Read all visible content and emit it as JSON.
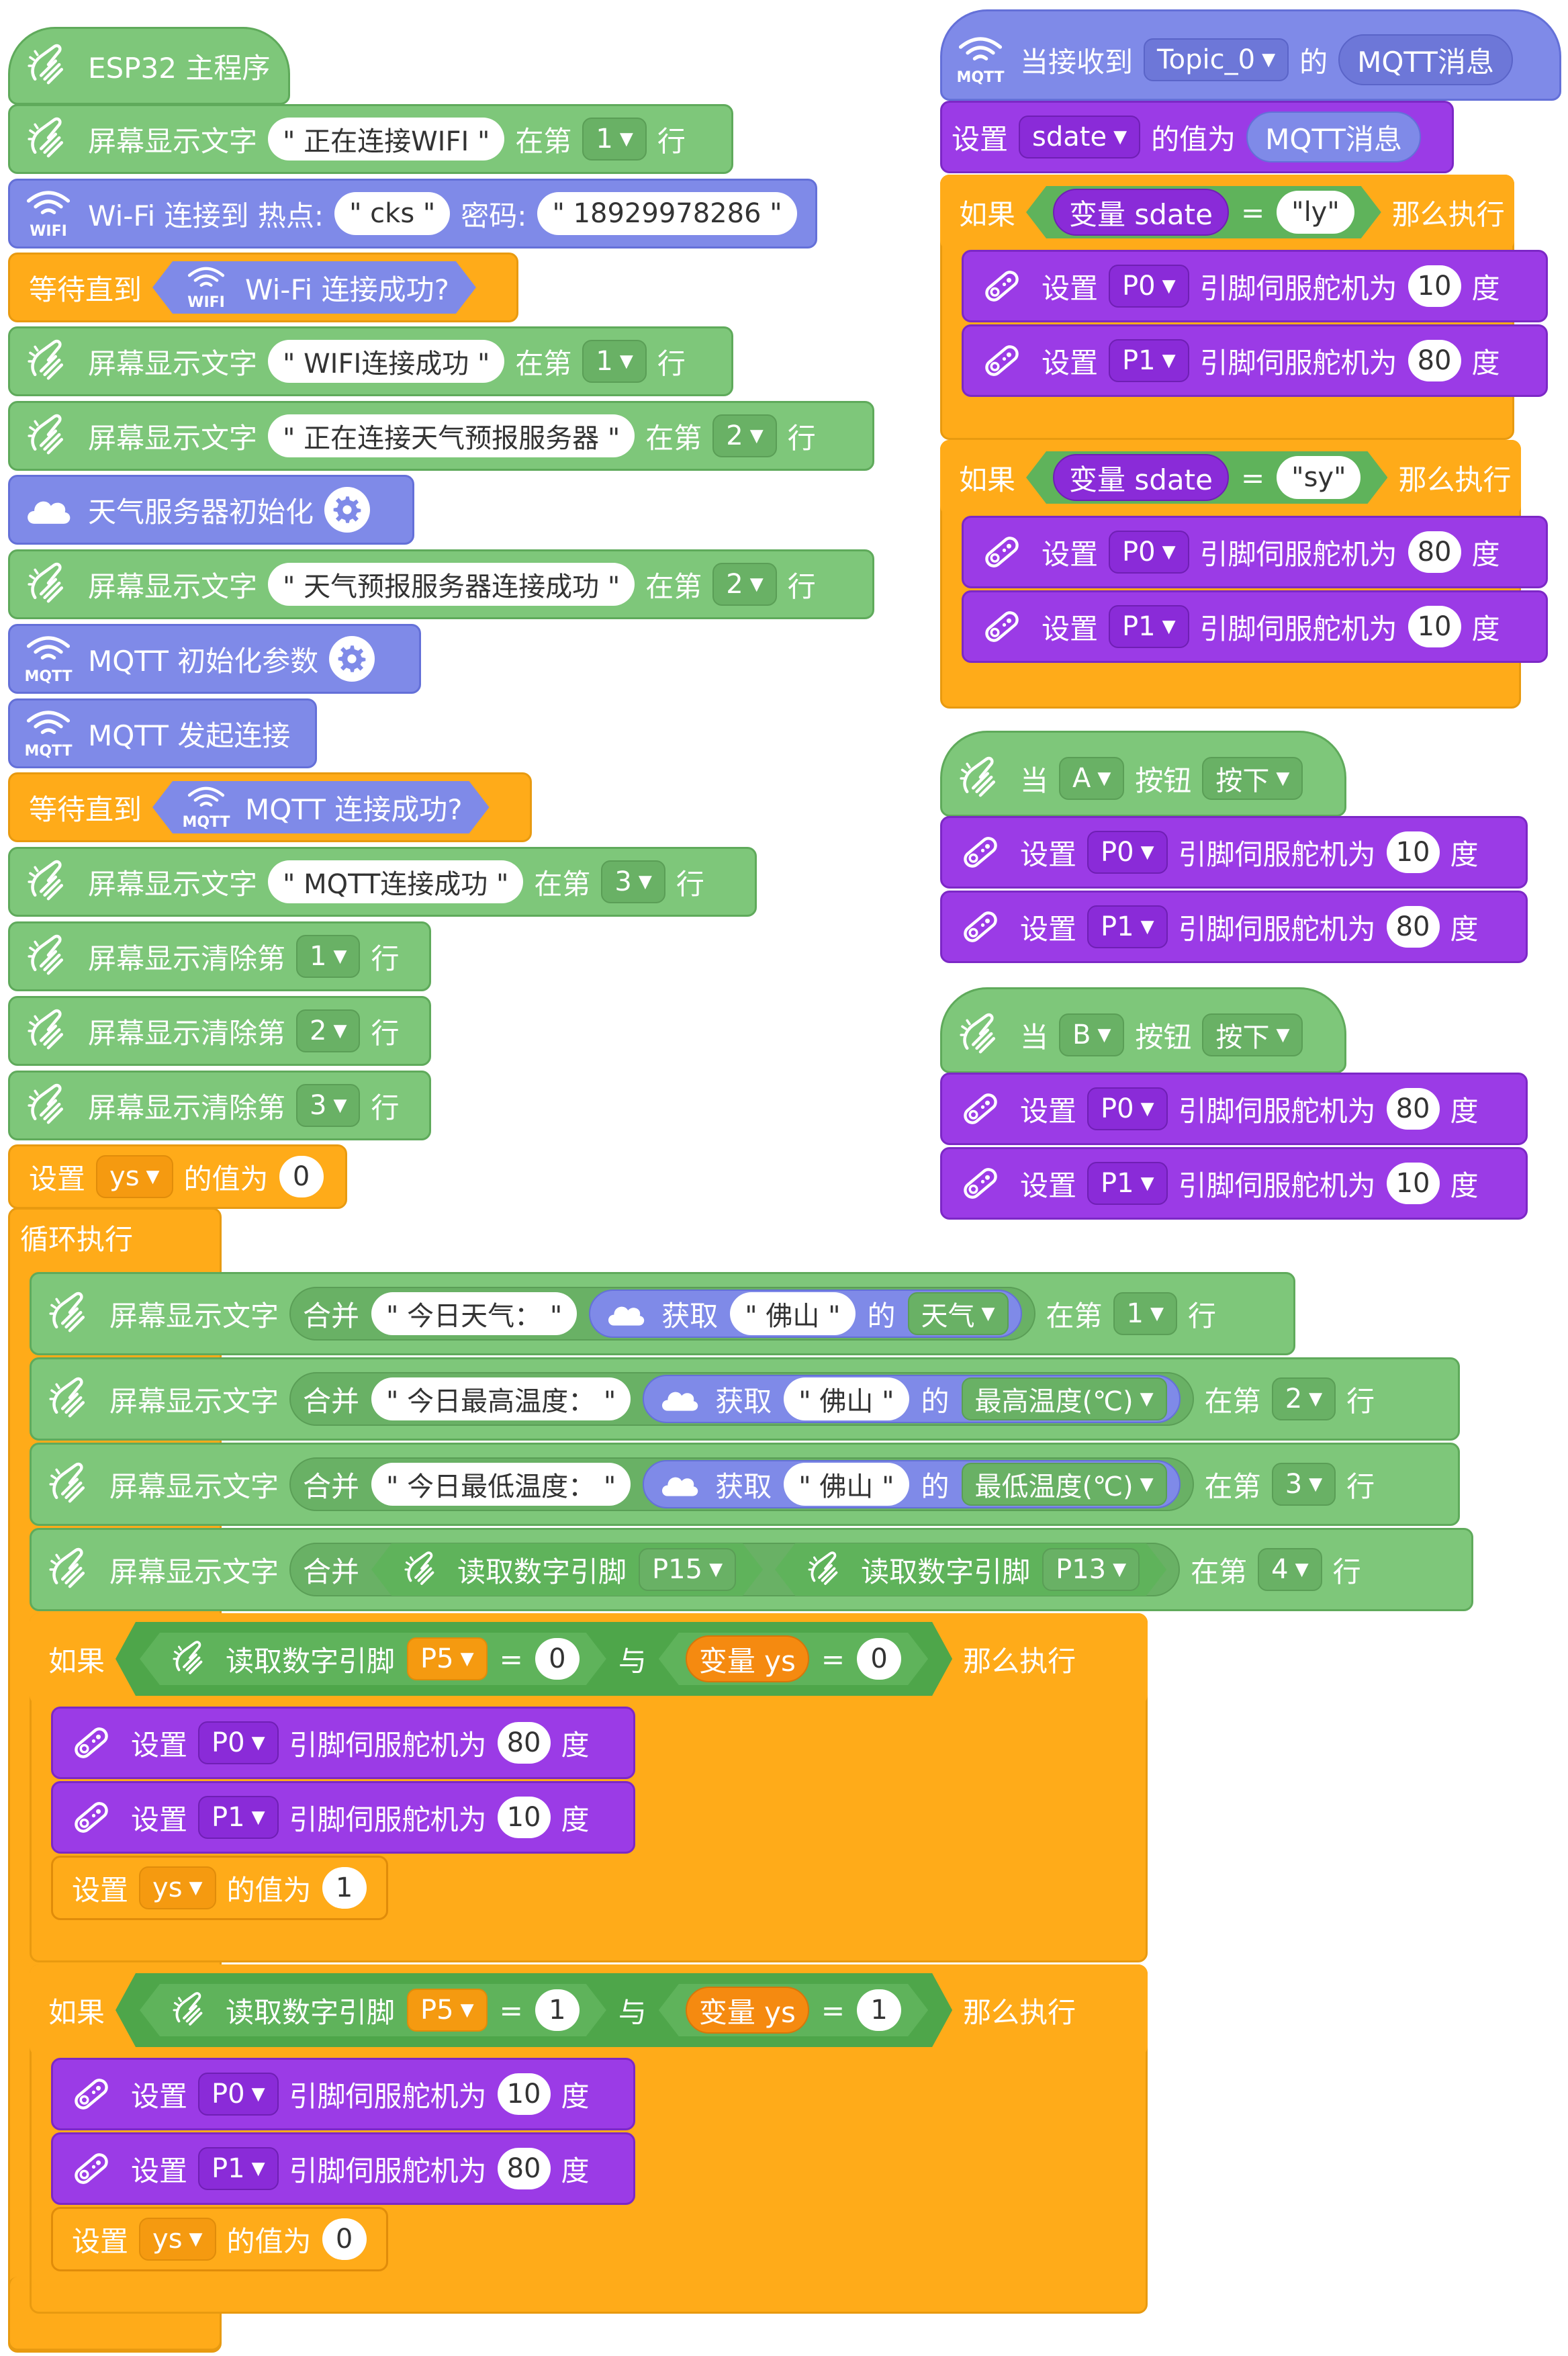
{
  "colors": {
    "green": "#7ec77a",
    "blue": "#7f8ae8",
    "purple": "#9b3be6",
    "orange": "#ffab19"
  },
  "main": {
    "hat": "ESP32 主程序",
    "b1": {
      "label": "屏幕显示文字",
      "text": "\" 正在连接WIFI \"",
      "mid": "在第",
      "row": "1",
      "end": "行"
    },
    "b2": {
      "label": "Wi-Fi 连接到 热点:",
      "ssid": "\" cks \"",
      "pwd_label": "密码:",
      "pwd": "\" 18929978286 \""
    },
    "b3": {
      "label": "等待直到",
      "cond": "Wi-Fi 连接成功?"
    },
    "b4": {
      "label": "屏幕显示文字",
      "text": "\" WIFI连接成功 \"",
      "mid": "在第",
      "row": "1",
      "end": "行"
    },
    "b5": {
      "label": "屏幕显示文字",
      "text": "\" 正在连接天气预报服务器 \"",
      "mid": "在第",
      "row": "2",
      "end": "行"
    },
    "b6": {
      "label": "天气服务器初始化"
    },
    "b7": {
      "label": "屏幕显示文字",
      "text": "\" 天气预报服务器连接成功 \"",
      "mid": "在第",
      "row": "2",
      "end": "行"
    },
    "b8": {
      "label": "MQTT 初始化参数"
    },
    "b9": {
      "label": "MQTT 发起连接"
    },
    "b10": {
      "label": "等待直到",
      "cond": "MQTT 连接成功?"
    },
    "b11": {
      "label": "屏幕显示文字",
      "text": "\" MQTT连接成功 \"",
      "mid": "在第",
      "row": "3",
      "end": "行"
    },
    "b12": {
      "label": "屏幕显示清除第",
      "row": "1",
      "end": "行"
    },
    "b13": {
      "label": "屏幕显示清除第",
      "row": "2",
      "end": "行"
    },
    "b14": {
      "label": "屏幕显示清除第",
      "row": "3",
      "end": "行"
    },
    "b15": {
      "label": "设置",
      "var": "ys",
      "mid": "的值为",
      "val": "0"
    },
    "loop": {
      "label": "循环执行",
      "l1": {
        "label": "屏幕显示文字",
        "join": "合并",
        "text": "\" 今日天气： \"",
        "get": "获取",
        "city": "\" 佛山 \"",
        "of": "的",
        "field": "天气",
        "mid": "在第",
        "row": "1",
        "end": "行"
      },
      "l2": {
        "label": "屏幕显示文字",
        "join": "合并",
        "text": "\" 今日最高温度： \"",
        "get": "获取",
        "city": "\" 佛山 \"",
        "of": "的",
        "field": "最高温度(℃)",
        "mid": "在第",
        "row": "2",
        "end": "行"
      },
      "l3": {
        "label": "屏幕显示文字",
        "join": "合并",
        "text": "\" 今日最低温度： \"",
        "get": "获取",
        "city": "\" 佛山 \"",
        "of": "的",
        "field": "最低温度(℃)",
        "mid": "在第",
        "row": "3",
        "end": "行"
      },
      "l4": {
        "label": "屏幕显示文字",
        "join": "合并",
        "read1": "读取数字引脚",
        "pin1": "P15",
        "read2": "读取数字引脚",
        "pin2": "P13",
        "mid": "在第",
        "row": "4",
        "end": "行"
      },
      "if1": {
        "label": "如果",
        "read": "读取数字引脚",
        "pin": "P5",
        "eq": "=",
        "val": "0",
        "and": "与",
        "var": "变量 ys",
        "eq2": "=",
        "val2": "0",
        "then": "那么执行",
        "s1": {
          "label": "设置",
          "pin": "P0",
          "mid": "引脚伺服舵机为",
          "val": "80",
          "end": "度"
        },
        "s2": {
          "label": "设置",
          "pin": "P1",
          "mid": "引脚伺服舵机为",
          "val": "10",
          "end": "度"
        },
        "s3": {
          "label": "设置",
          "var": "ys",
          "mid": "的值为",
          "val": "1"
        }
      },
      "if2": {
        "label": "如果",
        "read": "读取数字引脚",
        "pin": "P5",
        "eq": "=",
        "val": "1",
        "and": "与",
        "var": "变量 ys",
        "eq2": "=",
        "val2": "1",
        "then": "那么执行",
        "s1": {
          "label": "设置",
          "pin": "P0",
          "mid": "引脚伺服舵机为",
          "val": "10",
          "end": "度"
        },
        "s2": {
          "label": "设置",
          "pin": "P1",
          "mid": "引脚伺服舵机为",
          "val": "80",
          "end": "度"
        },
        "s3": {
          "label": "设置",
          "var": "ys",
          "mid": "的值为",
          "val": "0"
        }
      }
    }
  },
  "mqtt": {
    "hat": {
      "label": "当接收到",
      "topic": "Topic_0",
      "of": "的",
      "msg": "MQTT消息"
    },
    "set": {
      "label": "设置",
      "var": "sdate",
      "mid": "的值为",
      "msg": "MQTT消息"
    },
    "if1": {
      "label": "如果",
      "var": "变量 sdate",
      "eq": "=",
      "val": "\"ly\"",
      "then": "那么执行",
      "s1": {
        "label": "设置",
        "pin": "P0",
        "mid": "引脚伺服舵机为",
        "val": "10",
        "end": "度"
      },
      "s2": {
        "label": "设置",
        "pin": "P1",
        "mid": "引脚伺服舵机为",
        "val": "80",
        "end": "度"
      }
    },
    "if2": {
      "label": "如果",
      "var": "变量 sdate",
      "eq": "=",
      "val": "\"sy\"",
      "then": "那么执行",
      "s1": {
        "label": "设置",
        "pin": "P0",
        "mid": "引脚伺服舵机为",
        "val": "80",
        "end": "度"
      },
      "s2": {
        "label": "设置",
        "pin": "P1",
        "mid": "引脚伺服舵机为",
        "val": "10",
        "end": "度"
      }
    }
  },
  "btnA": {
    "hat": {
      "when": "当",
      "key": "A",
      "btn": "按钮",
      "action": "按下"
    },
    "s1": {
      "label": "设置",
      "pin": "P0",
      "mid": "引脚伺服舵机为",
      "val": "10",
      "end": "度"
    },
    "s2": {
      "label": "设置",
      "pin": "P1",
      "mid": "引脚伺服舵机为",
      "val": "80",
      "end": "度"
    }
  },
  "btnB": {
    "hat": {
      "when": "当",
      "key": "B",
      "btn": "按钮",
      "action": "按下"
    },
    "s1": {
      "label": "设置",
      "pin": "P0",
      "mid": "引脚伺服舵机为",
      "val": "80",
      "end": "度"
    },
    "s2": {
      "label": "设置",
      "pin": "P1",
      "mid": "引脚伺服舵机为",
      "val": "10",
      "end": "度"
    }
  },
  "icons": {
    "esp": "esp32-board-icon",
    "wifi": "wifi-icon",
    "cloud": "cloud-icon",
    "gear": "gear-icon",
    "servo": "servo-icon",
    "mqtt": "mqtt-icon"
  },
  "icon_text": {
    "wifi": "WIFI",
    "mqtt": "MQTT"
  }
}
